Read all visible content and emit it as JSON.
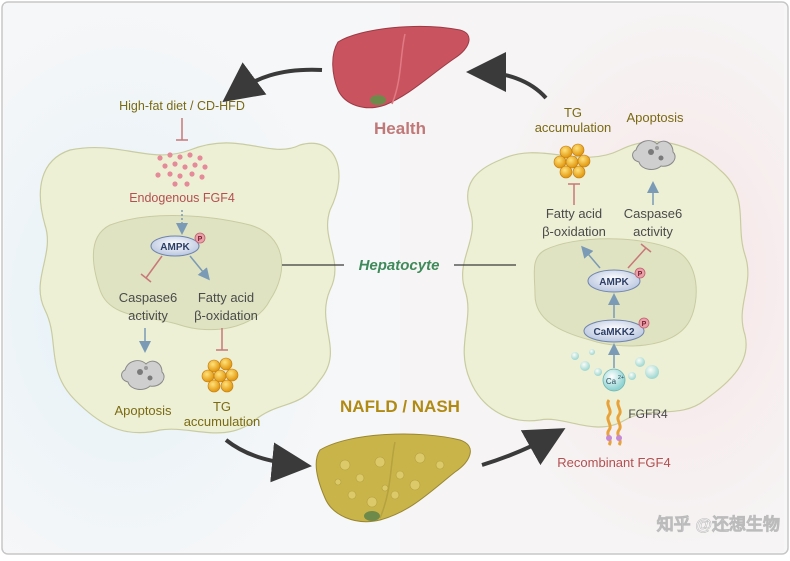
{
  "top_label": "Health",
  "bottom_label": "NAFLD / NASH",
  "center_label": "Hepatocyte",
  "watermark": "知乎 @还想生物",
  "left_cell": {
    "trigger": "High-fat diet / CD-HFD",
    "fgf4": "Endogenous FGF4",
    "ampk": "AMPK",
    "phospho": "P",
    "caspase_line1": "Caspase6",
    "caspase_line2": "activity",
    "fatty_line1": "Fatty acid",
    "fatty_line2": "β-oxidation",
    "apoptosis": "Apoptosis",
    "tg_line1": "TG",
    "tg_line2": "accumulation"
  },
  "right_cell": {
    "tg_line1": "TG",
    "tg_line2": "accumulation",
    "apoptosis": "Apoptosis",
    "fatty_line1": "Fatty acid",
    "fatty_line2": "β-oxidation",
    "caspase_line1": "Caspase6",
    "caspase_line2": "activity",
    "ampk": "AMPK",
    "camkk2": "CaMKK2",
    "phospho": "P",
    "calcium": "Ca",
    "calcium_sup": "2+",
    "receptor": "FGFR4",
    "recombinant": "Recombinant FGF4"
  },
  "colors": {
    "cell_fill": "#eef0d6",
    "nucleus_fill": "#dfe3c2",
    "inhibit": "#c87878",
    "activate": "#7a9ab5",
    "healthy_liver": "#c9545f",
    "fatty_liver": "#c9b44a"
  }
}
